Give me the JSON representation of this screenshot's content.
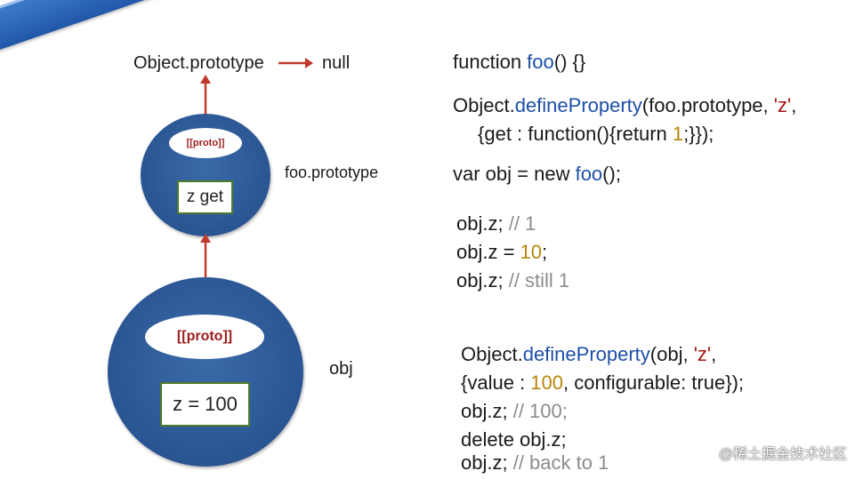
{
  "banner": {
    "title": "get/set与原型链"
  },
  "diagram": {
    "top_node": "Object.prototype",
    "null_label": "null",
    "foo_proto_label": "foo.prototype",
    "foo_proto_link": "[[proto]]",
    "foo_proto_prop": "z get",
    "obj_label": "obj",
    "obj_link": "[[proto]]",
    "obj_prop": "z = 100",
    "arrow_color": "#c0392b",
    "circle_color": "#2a5593"
  },
  "code": {
    "line1": {
      "a": "function ",
      "b": "foo",
      "c": "() {}"
    },
    "line2": {
      "a": "Object.",
      "b": "defineProperty",
      "c": "(foo.prototype, ",
      "d": "'z'",
      "e": ","
    },
    "line3": {
      "a": "{get : function(){return ",
      "b": "1",
      "c": ";}});"
    },
    "line4": {
      "a": "var obj = new ",
      "b": "foo",
      "c": "();"
    },
    "line5": {
      "a": "obj.z; ",
      "b": "// 1"
    },
    "line6": {
      "a": "obj.z = ",
      "b": "10",
      "c": ";"
    },
    "line7": {
      "a": "obj.z; ",
      "b": "// still 1"
    },
    "line8": {
      "a": "Object.",
      "b": "defineProperty",
      "c": "(obj, ",
      "d": "'z'",
      "e": ","
    },
    "line9": {
      "a": "{value : ",
      "b": "100",
      "c": ", configurable: true});"
    },
    "line10": {
      "a": "obj.z; ",
      "b": "// 100;"
    },
    "line11": {
      "a": "delete obj.z;"
    },
    "line12": {
      "a": "obj.z; ",
      "b": "// back to 1"
    }
  },
  "watermark": "@稀土掘金技术社区"
}
